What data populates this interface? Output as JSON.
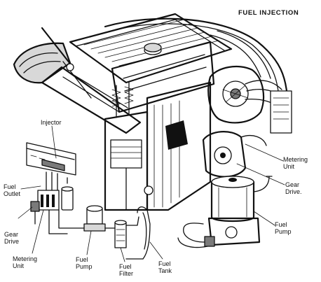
{
  "title": "FUEL INJECTION",
  "labels": {
    "injector": "Injector",
    "fuel_outlet": "Fuel\nOutlet",
    "gear_drive_left": "Gear\nDrive",
    "metering_unit_left": "Metering\nUnit",
    "fuel_pump_left": "Fuel\nPump",
    "fuel_filter": "Fuel\nFilter",
    "fuel_tank": "Fuel\nTank",
    "metering_unit_right": "Metering\nUnit",
    "gear_drive_right": "Gear\nDrive.",
    "fuel_pump_right": "Fuel\nPump"
  }
}
